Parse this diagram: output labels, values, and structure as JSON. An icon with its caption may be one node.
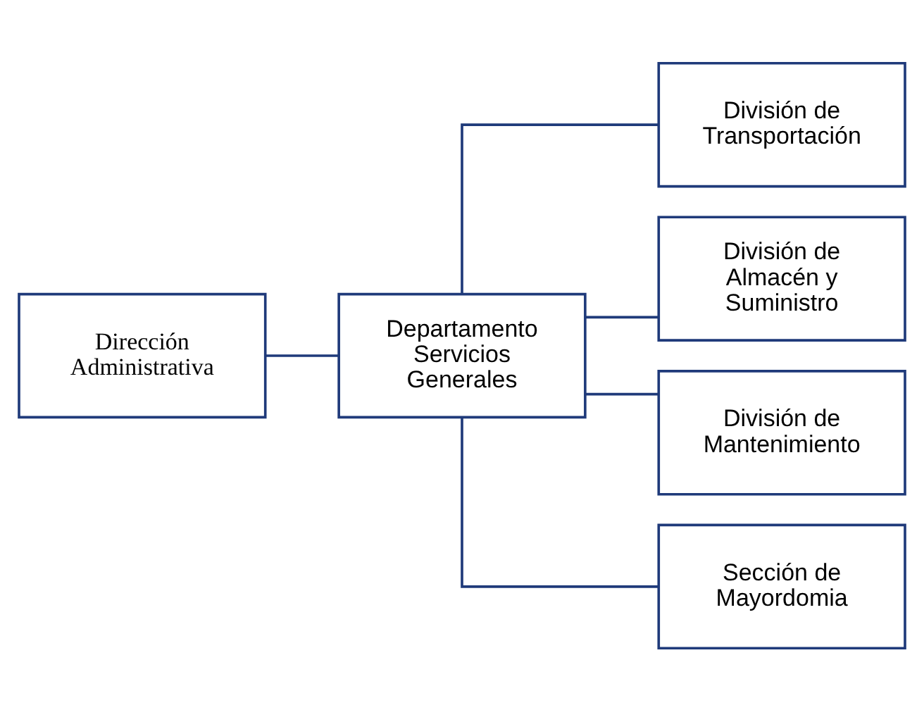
{
  "diagram": {
    "nodes": [
      {
        "text": [
          "Dirección Administrativa"
        ]
      },
      {
        "text": [
          "Departamento Servicios Generales"
        ]
      },
      {
        "text": [
          "División de Transportación"
        ]
      },
      {
        "text": [
          "División de Almacén y Suministro"
        ]
      },
      {
        "text": [
          "División de Mantenimiento"
        ]
      },
      {
        "text": [
          "Sección de Mayordomia"
        ]
      }
    ],
    "edges": [
      {
        "from": 0,
        "to": 1,
        "arrow": "none"
      },
      {
        "from": 1,
        "to": 2,
        "arrow": "none"
      },
      {
        "from": 1,
        "to": 3,
        "arrow": "none"
      },
      {
        "from": 1,
        "to": 4,
        "arrow": "none"
      },
      {
        "from": 1,
        "to": 5,
        "arrow": "none"
      }
    ]
  }
}
